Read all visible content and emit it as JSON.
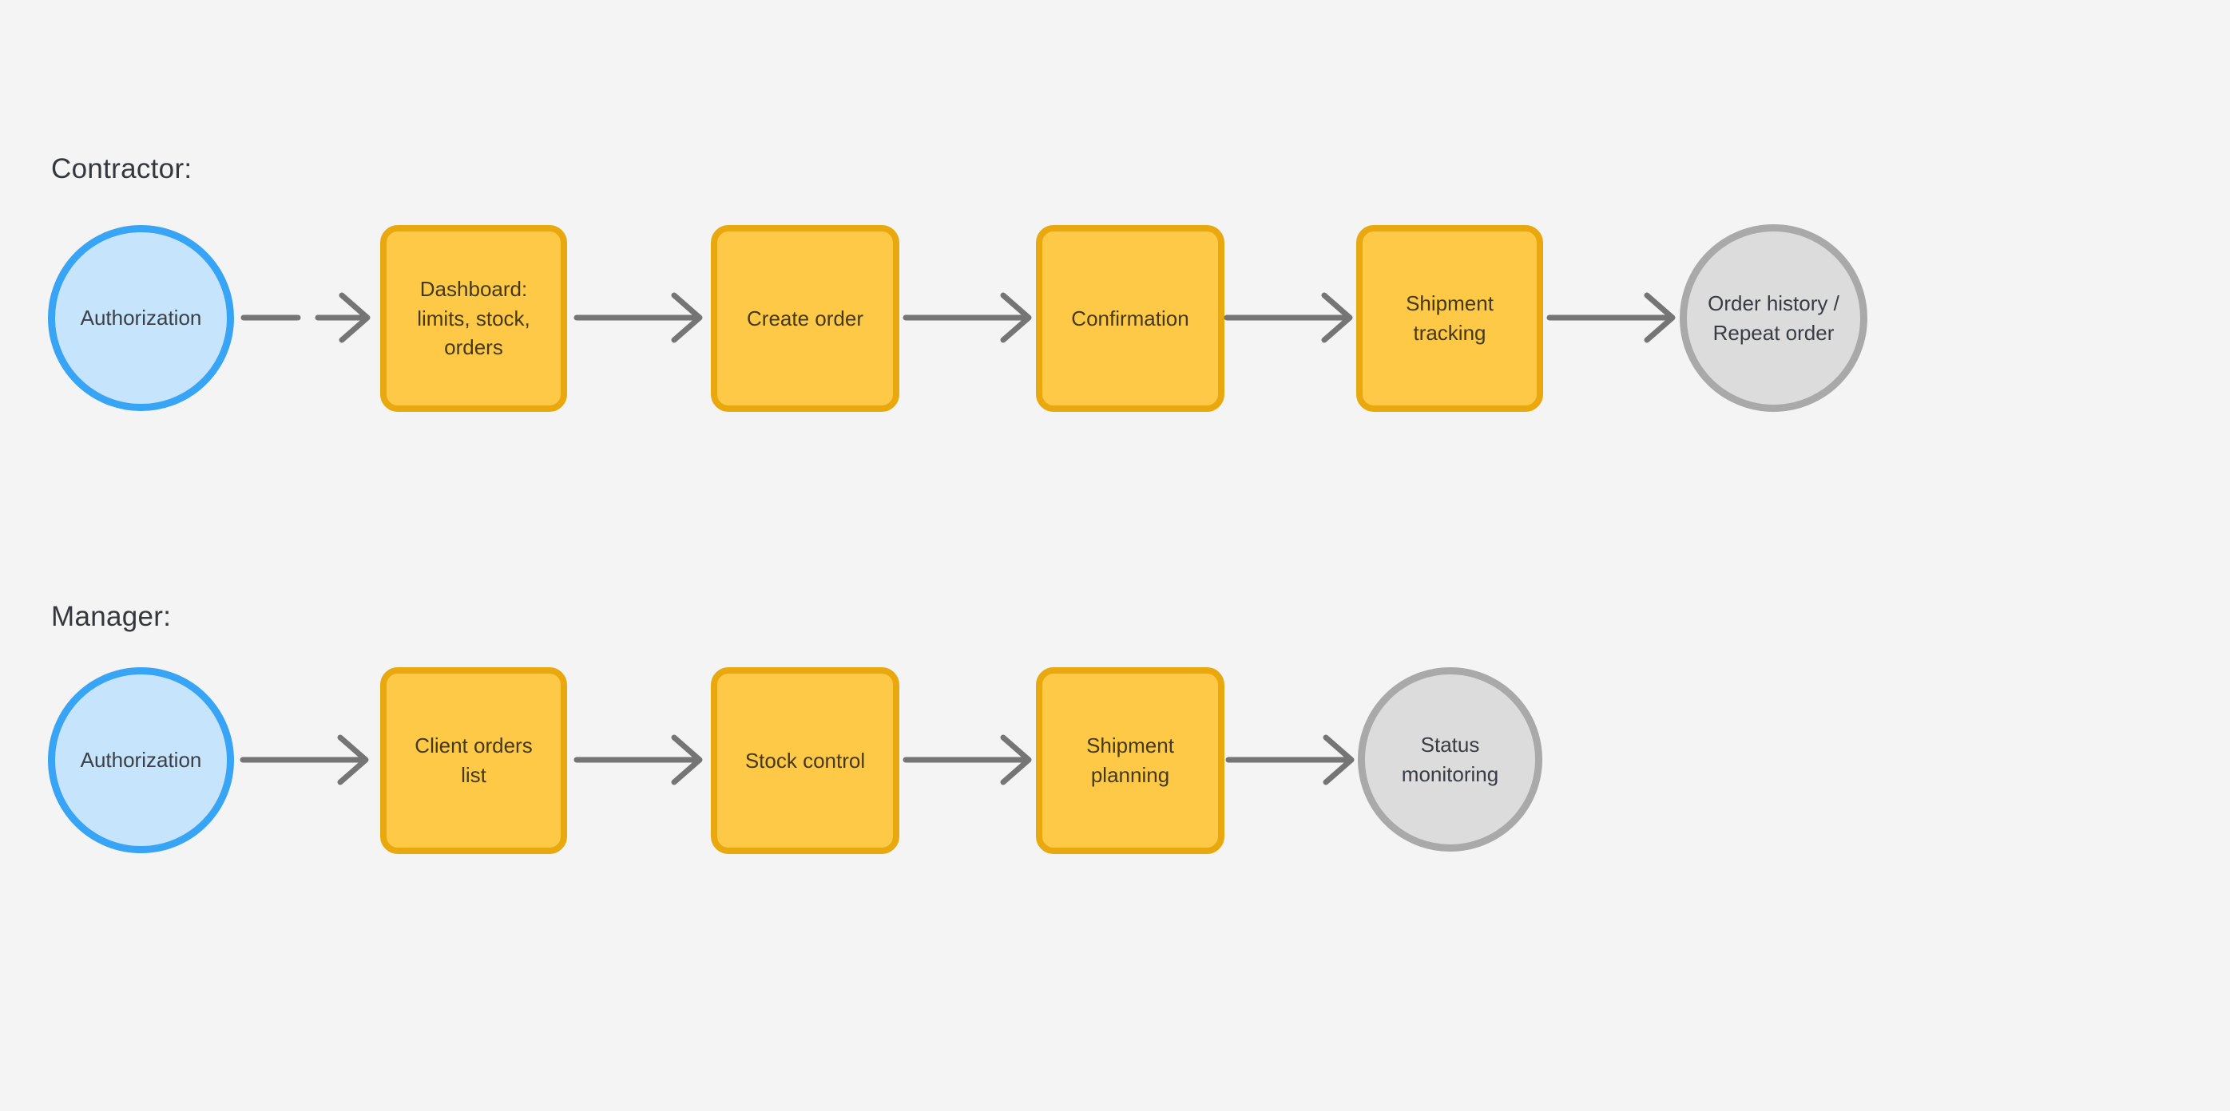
{
  "canvas": {
    "background": "#f4f4f4"
  },
  "colors": {
    "start_circle_border": "#38a4f5",
    "start_circle_fill": "#c6e4fb",
    "process_border": "#e9a80d",
    "process_fill": "#fec947",
    "end_circle_border": "#a9a9a9",
    "end_circle_fill": "#dcdcdc",
    "arrow": "#757575",
    "label_text": "#34373c"
  },
  "sections": [
    {
      "label": "Contractor:",
      "nodes": [
        {
          "type": "start-circle",
          "label": "Authorization"
        },
        {
          "type": "process",
          "label": "Dashboard: limits, stock, orders"
        },
        {
          "type": "process",
          "label": "Create order"
        },
        {
          "type": "process",
          "label": "Confirmation"
        },
        {
          "type": "process",
          "label": "Shipment tracking"
        },
        {
          "type": "end-circle",
          "label": "Order history / Repeat order"
        }
      ]
    },
    {
      "label": "Manager:",
      "nodes": [
        {
          "type": "start-circle",
          "label": "Authorization"
        },
        {
          "type": "process",
          "label": "Client orders list"
        },
        {
          "type": "process",
          "label": "Stock control"
        },
        {
          "type": "process",
          "label": "Shipment planning"
        },
        {
          "type": "end-circle",
          "label": "Status monitoring"
        }
      ]
    }
  ]
}
